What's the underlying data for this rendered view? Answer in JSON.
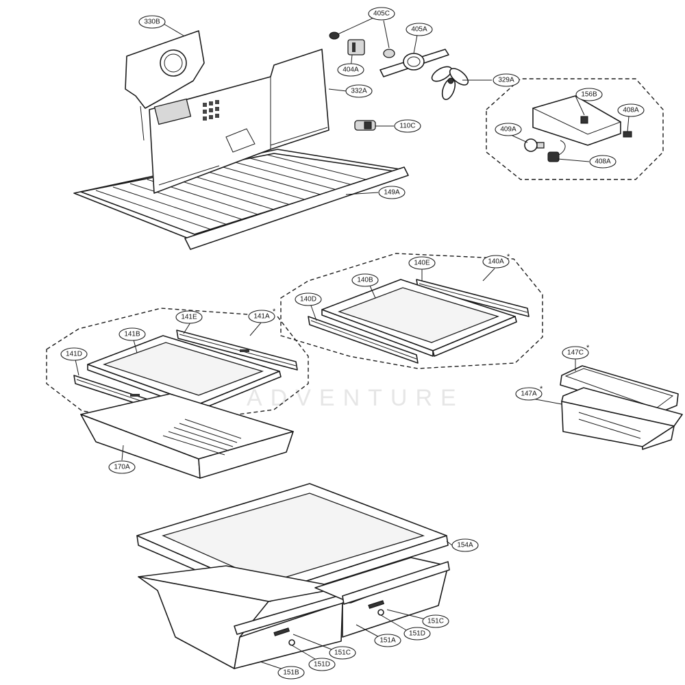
{
  "diagram": {
    "watermark": "ADVENTURE",
    "labels": [
      {
        "id": "330B",
        "text": "330B"
      },
      {
        "id": "405C",
        "text": "405C"
      },
      {
        "id": "405A",
        "text": "405A"
      },
      {
        "id": "404A",
        "text": "404A"
      },
      {
        "id": "332A",
        "text": "332A"
      },
      {
        "id": "329A",
        "text": "329A"
      },
      {
        "id": "110C",
        "text": "110C"
      },
      {
        "id": "156B",
        "text": "156B"
      },
      {
        "id": "408A_top",
        "text": "408A"
      },
      {
        "id": "409A",
        "text": "409A"
      },
      {
        "id": "408A_bot",
        "text": "408A"
      },
      {
        "id": "149A",
        "text": "149A"
      },
      {
        "id": "140E",
        "text": "140E"
      },
      {
        "id": "140A",
        "text": "140A"
      },
      {
        "id": "140B",
        "text": "140B"
      },
      {
        "id": "140D",
        "text": "140D"
      },
      {
        "id": "141E",
        "text": "141E"
      },
      {
        "id": "141A",
        "text": "141A"
      },
      {
        "id": "141B",
        "text": "141B"
      },
      {
        "id": "141D",
        "text": "141D"
      },
      {
        "id": "147C",
        "text": "147C"
      },
      {
        "id": "147A",
        "text": "147A"
      },
      {
        "id": "170A",
        "text": "170A"
      },
      {
        "id": "154A",
        "text": "154A"
      },
      {
        "id": "151C_right",
        "text": "151C"
      },
      {
        "id": "151D_right",
        "text": "151D"
      },
      {
        "id": "151A",
        "text": "151A"
      },
      {
        "id": "151C_left",
        "text": "151C"
      },
      {
        "id": "151D_left",
        "text": "151D"
      },
      {
        "id": "151B",
        "text": "151B"
      }
    ],
    "asterisk": "*"
  }
}
